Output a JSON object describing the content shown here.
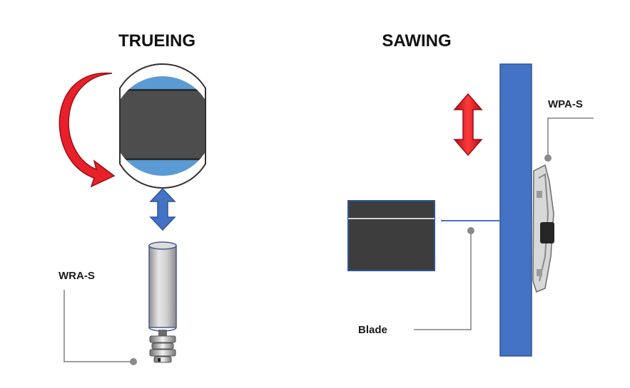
{
  "sections": {
    "trueing": {
      "title": "TRUEING"
    },
    "sawing": {
      "title": "SAWING"
    }
  },
  "labels": {
    "wra_s": "WRA-S",
    "wpa_s": "WPA-S",
    "blade": "Blade"
  },
  "colors": {
    "wheel_light_blue": "#5b9bd5",
    "wheel_dark_gray": "#4d4d4d",
    "rotation_arrow_red": "#e8202a",
    "vertical_arrow_red": "#e8202a",
    "vertical_arrow_blue": "#4472c4",
    "sensor_cylinder": "#b8b8b8",
    "column_blue": "#4472c4",
    "block_dark": "#3d3d3d",
    "leader_line_gray": "#a0a0a0"
  },
  "icons": [
    "rotation-arrow-icon",
    "double-arrow-vertical-icon",
    "sensor-icon"
  ]
}
